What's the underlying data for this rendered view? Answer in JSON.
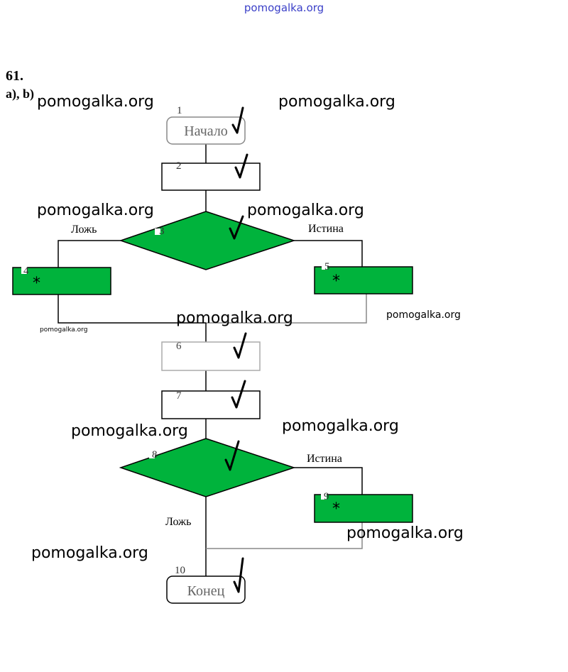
{
  "header": {
    "site_link": "pomogalka.org",
    "task_number": "61.",
    "task_sub": "a), b)"
  },
  "blocks": {
    "b1": {
      "num": "1",
      "text": "Начало"
    },
    "b2": {
      "num": "2"
    },
    "b3": {
      "num": "3"
    },
    "b4": {
      "num": "4",
      "mark": "*"
    },
    "b5": {
      "num": "5",
      "mark": "*"
    },
    "b6": {
      "num": "6"
    },
    "b7": {
      "num": "7"
    },
    "b8": {
      "num": "8"
    },
    "b9": {
      "num": "9",
      "mark": "*"
    },
    "b10": {
      "num": "10",
      "text": "Конец"
    }
  },
  "labels": {
    "false": "Ложь",
    "true": "Истина"
  },
  "watermark": "pomogalka.org",
  "colors": {
    "green": "#00b33c",
    "link": "#3b40c8"
  }
}
